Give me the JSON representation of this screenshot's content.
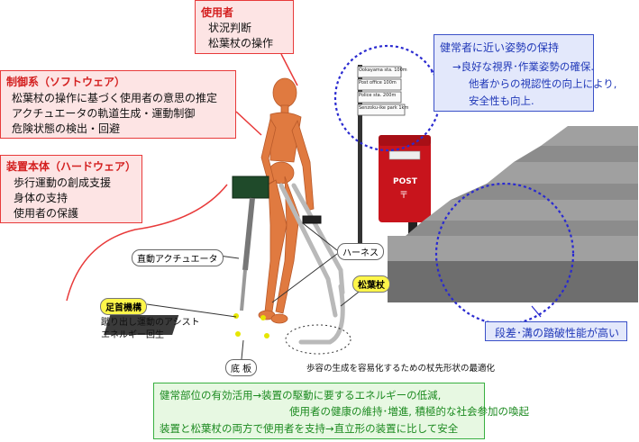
{
  "user_box": {
    "title": "使用者",
    "lines": [
      "状況判断",
      "松葉杖の操作"
    ]
  },
  "control_box": {
    "title": "制御系（ソフトウェア）",
    "lines": [
      "松葉杖の操作に基づく使用者の意思の推定",
      "アクチュエータの軌道生成・運動制御",
      "危険状態の検出・回避"
    ]
  },
  "hardware_box": {
    "title": "装置本体（ハードウェア）",
    "lines": [
      "歩行運動の創成支援",
      "身体の支持",
      "使用者の保護"
    ]
  },
  "posture_box": {
    "title": "健常者に近い姿勢の保持",
    "lines": [
      "→良好な視界･作業姿勢の確保.",
      "他者からの視認性の向上により,",
      "安全性も向上."
    ]
  },
  "step_box": {
    "text": "段差･溝の踏破性能が高い"
  },
  "labels": {
    "actuator": "直動アクチュエータ",
    "harness": "ハーネス",
    "crutch": "松葉杖",
    "ankle": "足首機構",
    "ankle_desc1": "蹴り出し運動のアシスト",
    "ankle_desc2": "エネルギー回生",
    "base": "底 板",
    "tip": "歩容の生成を容易化するための杖先形状の最適化"
  },
  "signs": [
    "Ookayama sta. 100m",
    "Post office 100m",
    "Police sta. 200m",
    "Senzoku-ike park 1km"
  ],
  "postbox": {
    "label": "POST",
    "mark": "〒"
  },
  "benefits": {
    "line1": "健常部位の有効活用→装置の駆動に要するエネルギーの低減,",
    "line2": "使用者の健康の維持･増進, 積極的な社会参加の喚起",
    "line3": "装置と松葉杖の両方で使用者を支持→直立形の装置に比して安全"
  },
  "colors": {
    "red": "#e83a3a",
    "blue": "#3a50c8",
    "green": "#38b040",
    "yellow": "#fff64a",
    "postbox": "#c8141c",
    "figure": "#e07a40"
  }
}
